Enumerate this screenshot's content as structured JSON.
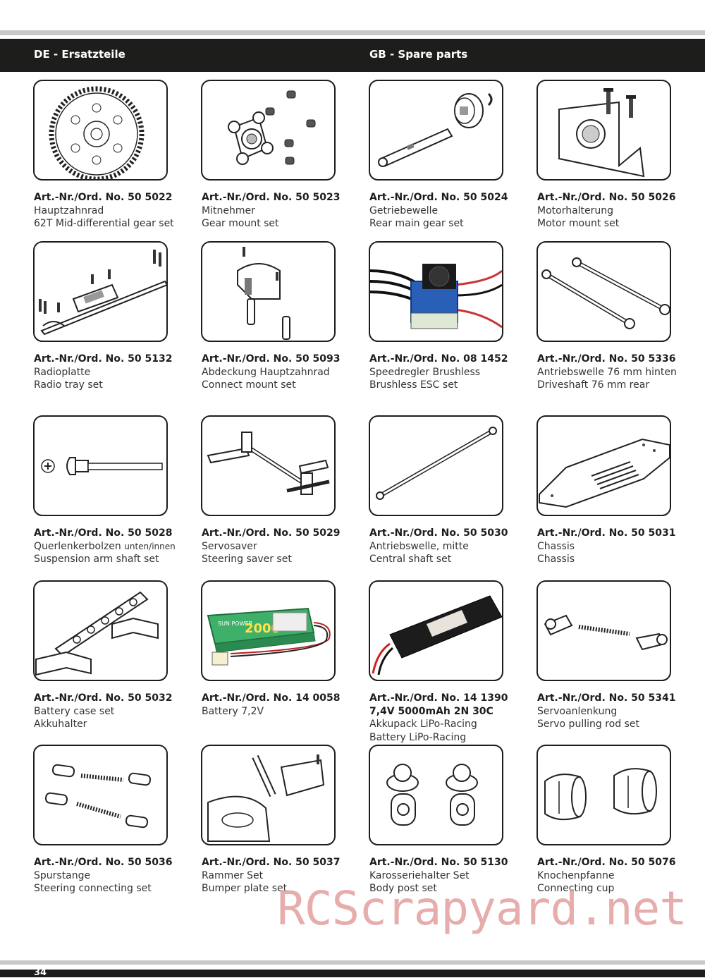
{
  "header": {
    "left": "DE - Ersatzteile",
    "right": "GB - Spare parts"
  },
  "parts": [
    {
      "art": "Art.-Nr./Ord. No. 50 5022",
      "de": "Hauptzahnrad",
      "gb": "62T Mid-differential gear set",
      "icon": "spur-gear-icon"
    },
    {
      "art": "Art.-Nr./Ord. No. 50 5023",
      "de": "Mitnehmer",
      "gb": "Gear mount set",
      "icon": "gear-mount-icon"
    },
    {
      "art": "Art.-Nr./Ord. No. 50 5024",
      "de": "Getriebewelle",
      "gb": "Rear main gear set",
      "icon": "gear-shaft-icon"
    },
    {
      "art": "Art.-Nr./Ord. No. 50 5026",
      "de": "Motorhalterung",
      "gb": "Motor mount set",
      "icon": "motor-mount-icon"
    },
    {
      "art": "Art.-Nr./Ord. No. 50 5132",
      "de": "Radioplatte",
      "gb": "Radio tray set",
      "icon": "radio-tray-icon"
    },
    {
      "art": "Art.-Nr./Ord. No. 50 5093",
      "de": "Abdeckung Hauptzahnrad",
      "gb": "Connect mount set",
      "icon": "connect-mount-icon"
    },
    {
      "art": "Art.-Nr./Ord. No. 08 1452",
      "de": "Speedregler Brushless",
      "gb": "Brushless ESC set",
      "icon": "esc-icon"
    },
    {
      "art": "Art.-Nr./Ord. No. 50 5336",
      "de": "Antriebswelle  76 mm hinten",
      "gb": "Driveshaft  76 mm rear",
      "icon": "driveshaft-icon"
    },
    {
      "art": "Art.-Nr./Ord. No. 50 5028",
      "de": "Querlenkerbolzen",
      "de_small": "unten/innen",
      "gb": "Suspension arm shaft set",
      "icon": "hinge-pin-icon"
    },
    {
      "art": "Art.-Nr./Ord. No. 50 5029",
      "de": "Servosaver",
      "gb": "Steering saver set",
      "icon": "servo-saver-icon"
    },
    {
      "art": "Art.-Nr./Ord. No. 50 5030",
      "de": "Antriebswelle, mitte",
      "gb": "Central shaft set",
      "icon": "center-shaft-icon"
    },
    {
      "art": "Art.-Nr./Ord. No. 50 5031",
      "de": "Chassis",
      "gb": "Chassis",
      "icon": "chassis-icon"
    },
    {
      "art": "Art.-Nr./Ord. No. 50 5032",
      "de": "Battery case set",
      "gb": "Akkuhalter",
      "icon": "battery-case-icon"
    },
    {
      "art": "Art.-Nr./Ord. No. 14 0058",
      "de": "Battery 7,2V",
      "gb": "",
      "icon": "nimh-battery-icon",
      "pack_label": "2000",
      "pack_brand": "SUN POWER"
    },
    {
      "art": "Art.-Nr./Ord. No. 14 1390",
      "art2": "7,4V 5000mAh 2N 30C",
      "de": "Akkupack LiPo-Racing",
      "gb": "Battery LiPo-Racing",
      "icon": "lipo-battery-icon"
    },
    {
      "art": "Art.-Nr./Ord. No. 50 5341",
      "de": "Servoanlenkung",
      "gb": "Servo pulling rod set",
      "icon": "servo-rod-icon"
    },
    {
      "art": "Art.-Nr./Ord. No. 50 5036",
      "de": "Spurstange",
      "gb": "Steering connecting set",
      "icon": "turnbuckle-icon"
    },
    {
      "art": "Art.-Nr./Ord. No. 50 5037",
      "de": "Rammer Set",
      "gb": "Bumper plate set",
      "icon": "bumper-icon"
    },
    {
      "art": "Art.-Nr./Ord. No. 50 5130",
      "de": "Karosseriehalter Set",
      "gb": "Body post set",
      "icon": "body-post-icon"
    },
    {
      "art": "Art.-Nr./Ord. No. 50 5076",
      "de": "Knochenpfanne",
      "gb": "Connecting cup",
      "icon": "connecting-cup-icon"
    }
  ],
  "watermark": "RCScrapyard.net",
  "page_number": "34"
}
